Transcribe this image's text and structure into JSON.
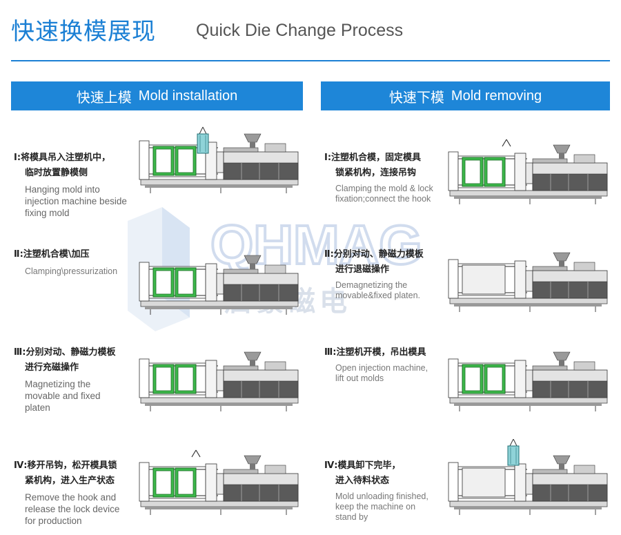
{
  "header": {
    "title_zh": "快速换模展现",
    "title_en": "Quick Die Change Process"
  },
  "sections": {
    "install": {
      "zh": "快速上模",
      "en": "Mold installation"
    },
    "remove": {
      "zh": "快速下模",
      "en": "Mold removing"
    }
  },
  "install_steps": [
    {
      "num": "Ⅰ:",
      "zh1": "将模具吊入注塑机中，",
      "zh2": "临时放置静模侧",
      "en": "Hanging mold into injection machine beside fixing mold"
    },
    {
      "num": "Ⅱ:",
      "zh1": "注塑机合模\\加压",
      "zh2": "",
      "en": "Clamping\\pressurization"
    },
    {
      "num": "Ⅲ:",
      "zh1": "分别对动、静磁力模板",
      "zh2": "进行充磁操作",
      "en": "Magnetizing the movable and fixed platen"
    },
    {
      "num": "Ⅳ:",
      "zh1": "移开吊钩，松开模具锁",
      "zh2": "紧机构，进入生产状态",
      "en": "Remove the hook and release the lock device for production"
    }
  ],
  "remove_steps": [
    {
      "num": "Ⅰ:",
      "zh1": "注塑机合模，固定模具",
      "zh2": "锁紧机构，连接吊钩",
      "en": "Clamping the mold & lock fixation;connect the hook"
    },
    {
      "num": "Ⅱ:",
      "zh1": "分别对动、静磁力模板",
      "zh2": "进行退磁操作",
      "en": "Demagnetizing the movable&fixed platen."
    },
    {
      "num": "Ⅲ:",
      "zh1": "注塑机开模，吊出模具",
      "zh2": "",
      "en": "Open injection machine, lift out molds"
    },
    {
      "num": "Ⅳ:",
      "zh1": "模具卸下完毕，",
      "zh2": "进入待料状态",
      "en": "Mold unloading finished, keep the machine on stand by"
    }
  ],
  "watermark": {
    "en": "QHMAG",
    "zh": "启豪磁电"
  },
  "colors": {
    "accent": "#1e86d8",
    "mold_green": "#3cb84a",
    "machine_gray": "#e6e6e6"
  }
}
